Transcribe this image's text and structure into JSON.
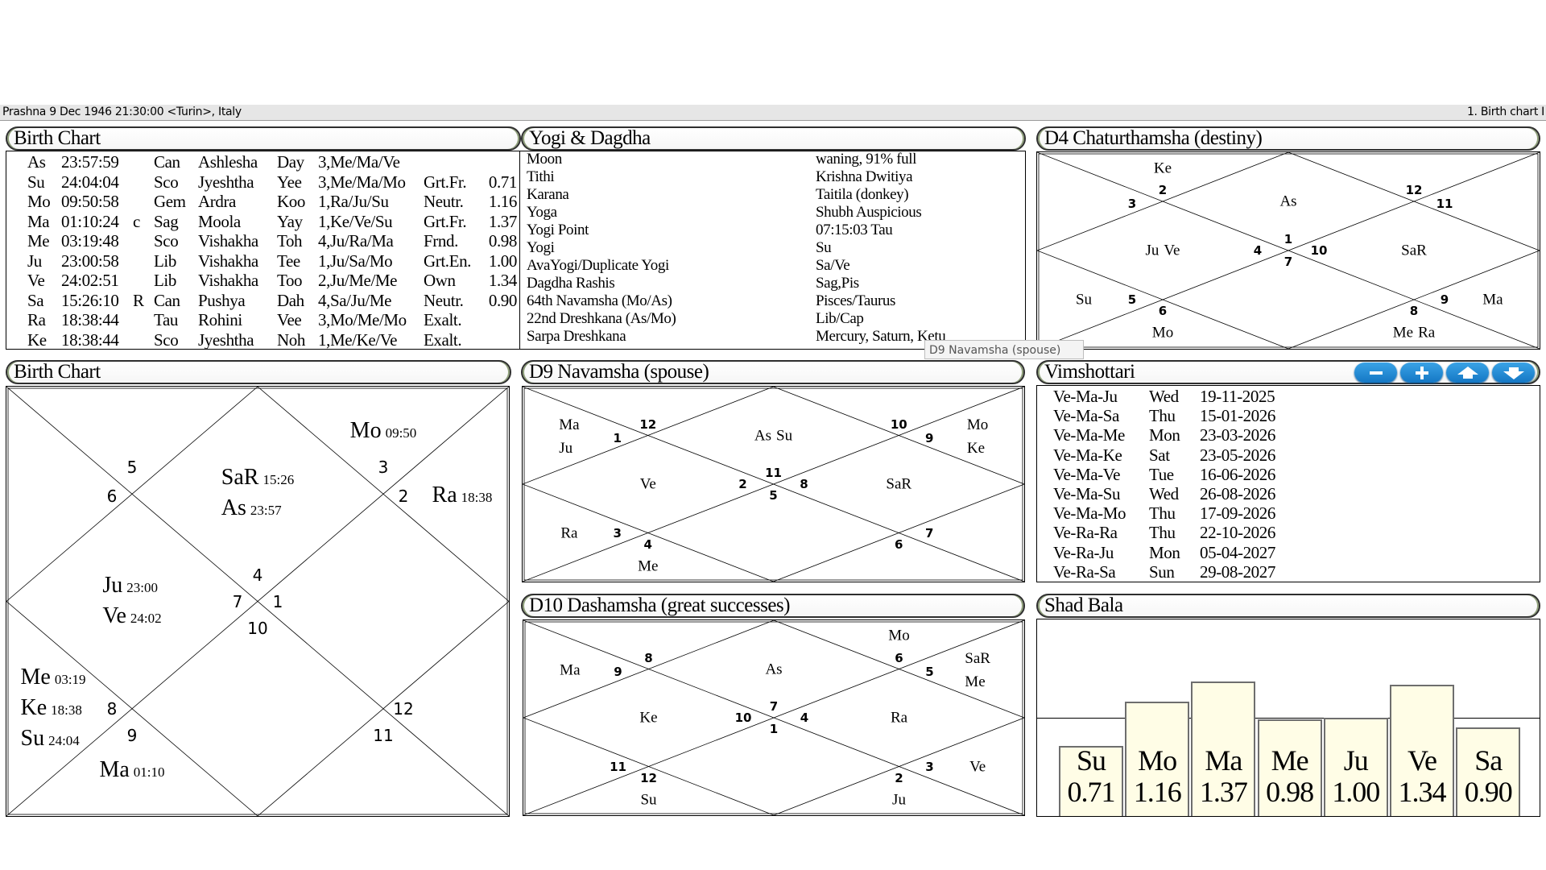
{
  "status_bar": {
    "left": "Prashna 9 Dec 1946 21:30:00  <Turin>, Italy",
    "right": "1. Birth chart I"
  },
  "birth_table": {
    "title": "Birth Chart",
    "rows": [
      {
        "planet": "As",
        "longitude": "23:57:59",
        "flag": "",
        "sign": "Can",
        "nakshatra": "Ashlesha",
        "syllable": "Day",
        "pada": "3,Me/Ma/Ve",
        "dignity": "",
        "strength": ""
      },
      {
        "planet": "Su",
        "longitude": "24:04:04",
        "flag": "",
        "sign": "Sco",
        "nakshatra": "Jyeshtha",
        "syllable": "Yee",
        "pada": "3,Me/Ma/Mo",
        "dignity": "Grt.Fr.",
        "strength": "0.71"
      },
      {
        "planet": "Mo",
        "longitude": "09:50:58",
        "flag": "",
        "sign": "Gem",
        "nakshatra": "Ardra",
        "syllable": "Koo",
        "pada": "1,Ra/Ju/Su",
        "dignity": "Neutr.",
        "strength": "1.16"
      },
      {
        "planet": "Ma",
        "longitude": "01:10:24",
        "flag": "c",
        "sign": "Sag",
        "nakshatra": "Moola",
        "syllable": "Yay",
        "pada": "1,Ke/Ve/Su",
        "dignity": "Grt.Fr.",
        "strength": "1.37"
      },
      {
        "planet": "Me",
        "longitude": "03:19:48",
        "flag": "",
        "sign": "Sco",
        "nakshatra": "Vishakha",
        "syllable": "Toh",
        "pada": "4,Ju/Ra/Ma",
        "dignity": "Frnd.",
        "strength": "0.98"
      },
      {
        "planet": "Ju",
        "longitude": "23:00:58",
        "flag": "",
        "sign": "Lib",
        "nakshatra": "Vishakha",
        "syllable": "Tee",
        "pada": "1,Ju/Sa/Mo",
        "dignity": "Grt.En.",
        "strength": "1.00"
      },
      {
        "planet": "Ve",
        "longitude": "24:02:51",
        "flag": "",
        "sign": "Lib",
        "nakshatra": "Vishakha",
        "syllable": "Too",
        "pada": "2,Ju/Me/Me",
        "dignity": "Own",
        "strength": "1.34"
      },
      {
        "planet": "Sa",
        "longitude": "15:26:10",
        "flag": "R",
        "sign": "Can",
        "nakshatra": "Pushya",
        "syllable": "Dah",
        "pada": "4,Sa/Ju/Me",
        "dignity": "Neutr.",
        "strength": "0.90"
      },
      {
        "planet": "Ra",
        "longitude": "18:38:44",
        "flag": "",
        "sign": "Tau",
        "nakshatra": "Rohini",
        "syllable": "Vee",
        "pada": "3,Mo/Me/Mo",
        "dignity": "Exalt.",
        "strength": ""
      },
      {
        "planet": "Ke",
        "longitude": "18:38:44",
        "flag": "",
        "sign": "Sco",
        "nakshatra": "Jyeshtha",
        "syllable": "Noh",
        "pada": "1,Me/Ke/Ve",
        "dignity": "Exalt.",
        "strength": ""
      }
    ]
  },
  "yogi": {
    "title": "Yogi & Dagdha",
    "rows": [
      {
        "label": "Moon",
        "value": "waning, 91% full"
      },
      {
        "label": "Tithi",
        "value": "Krishna Dwitiya"
      },
      {
        "label": "Karana",
        "value": "Taitila (donkey)"
      },
      {
        "label": "Yoga",
        "value": "Shubh Auspicious"
      },
      {
        "label": "Yogi Point",
        "value": "07:15:03 Tau"
      },
      {
        "label": "Yogi",
        "value": "Su"
      },
      {
        "label": "AvaYogi/Duplicate Yogi",
        "value": "Sa/Ve"
      },
      {
        "label": "Dagdha Rashis",
        "value": "Sag,Pis"
      },
      {
        "label": "64th Navamsha (Mo/As)",
        "value": "Pisces/Taurus"
      },
      {
        "label": "22nd Dreshkana (As/Mo)",
        "value": "Lib/Cap"
      },
      {
        "label": "Sarpa Dreshkana",
        "value": "Mercury, Saturn, Ketu"
      }
    ]
  },
  "tooltip": "D9 Navamsha  (spouse)",
  "d4": {
    "title": "D4 Chaturthamsha  (destiny)",
    "houses": [
      {
        "sign": "1",
        "planets": [
          {
            "name": "As"
          }
        ]
      },
      {
        "sign": "2",
        "planets": [
          {
            "name": "Ke"
          }
        ]
      },
      {
        "sign": "3",
        "planets": []
      },
      {
        "sign": "4",
        "planets": [
          {
            "name": "Ju"
          },
          {
            "name": "Ve"
          }
        ]
      },
      {
        "sign": "5",
        "planets": [
          {
            "name": "Su"
          }
        ]
      },
      {
        "sign": "6",
        "planets": [
          {
            "name": "Mo"
          }
        ]
      },
      {
        "sign": "7",
        "planets": []
      },
      {
        "sign": "8",
        "planets": [
          {
            "name": "Me"
          },
          {
            "name": "Ra"
          }
        ]
      },
      {
        "sign": "9",
        "planets": [
          {
            "name": "Ma"
          }
        ]
      },
      {
        "sign": "10",
        "planets": [
          {
            "name": "SaR"
          }
        ]
      },
      {
        "sign": "11",
        "planets": []
      },
      {
        "sign": "12",
        "planets": []
      }
    ]
  },
  "birth_chart": {
    "title": "Birth Chart",
    "houses": [
      {
        "sign": "4",
        "planets": [
          {
            "name": "SaR",
            "deg": "15:26"
          },
          {
            "name": "As",
            "deg": "23:57"
          }
        ]
      },
      {
        "sign": "5",
        "planets": []
      },
      {
        "sign": "6",
        "planets": []
      },
      {
        "sign": "7",
        "planets": [
          {
            "name": "Ju",
            "deg": "23:00"
          },
          {
            "name": "Ve",
            "deg": "24:02"
          }
        ]
      },
      {
        "sign": "8",
        "planets": [
          {
            "name": "Me",
            "deg": "03:19"
          },
          {
            "name": "Ke",
            "deg": "18:38"
          },
          {
            "name": "Su",
            "deg": "24:04"
          }
        ]
      },
      {
        "sign": "9",
        "planets": [
          {
            "name": "Ma",
            "deg": "01:10"
          }
        ]
      },
      {
        "sign": "10",
        "planets": []
      },
      {
        "sign": "11",
        "planets": []
      },
      {
        "sign": "12",
        "planets": []
      },
      {
        "sign": "1",
        "planets": []
      },
      {
        "sign": "2",
        "planets": [
          {
            "name": "Ra",
            "deg": "18:38"
          }
        ]
      },
      {
        "sign": "3",
        "planets": [
          {
            "name": "Mo",
            "deg": "09:50"
          }
        ]
      }
    ]
  },
  "d9": {
    "title": "D9 Navamsha  (spouse)",
    "houses": [
      {
        "sign": "11",
        "planets": [
          {
            "name": "As"
          },
          {
            "name": "Su"
          }
        ]
      },
      {
        "sign": "12",
        "planets": []
      },
      {
        "sign": "1",
        "planets": [
          {
            "name": "Ma"
          },
          {
            "name": "Ju"
          }
        ]
      },
      {
        "sign": "2",
        "planets": [
          {
            "name": "Ve"
          }
        ]
      },
      {
        "sign": "3",
        "planets": [
          {
            "name": "Ra"
          }
        ]
      },
      {
        "sign": "4",
        "planets": [
          {
            "name": "Me"
          }
        ]
      },
      {
        "sign": "5",
        "planets": []
      },
      {
        "sign": "6",
        "planets": []
      },
      {
        "sign": "7",
        "planets": []
      },
      {
        "sign": "8",
        "planets": [
          {
            "name": "SaR"
          }
        ]
      },
      {
        "sign": "9",
        "planets": [
          {
            "name": "Mo"
          },
          {
            "name": "Ke"
          }
        ]
      },
      {
        "sign": "10",
        "planets": []
      }
    ]
  },
  "d10": {
    "title": "D10 Dashamsha  (great successes)",
    "houses": [
      {
        "sign": "7",
        "planets": [
          {
            "name": "As"
          }
        ]
      },
      {
        "sign": "8",
        "planets": []
      },
      {
        "sign": "9",
        "planets": [
          {
            "name": "Ma"
          }
        ]
      },
      {
        "sign": "10",
        "planets": [
          {
            "name": "Ke"
          }
        ]
      },
      {
        "sign": "11",
        "planets": []
      },
      {
        "sign": "12",
        "planets": [
          {
            "name": "Su"
          }
        ]
      },
      {
        "sign": "1",
        "planets": []
      },
      {
        "sign": "2",
        "planets": [
          {
            "name": "Ju"
          }
        ]
      },
      {
        "sign": "3",
        "planets": [
          {
            "name": "Ve"
          }
        ]
      },
      {
        "sign": "4",
        "planets": [
          {
            "name": "Ra"
          }
        ]
      },
      {
        "sign": "5",
        "planets": [
          {
            "name": "SaR"
          },
          {
            "name": "Me"
          }
        ]
      },
      {
        "sign": "6",
        "planets": [
          {
            "name": "Mo"
          }
        ]
      }
    ]
  },
  "vimshottari": {
    "title": "Vimshottari",
    "buttons": [
      "minus-icon",
      "plus-icon",
      "arrow-up-icon",
      "arrow-down-icon"
    ],
    "rows": [
      {
        "period": "Ve-Ma-Ju",
        "day": "Wed",
        "date": "19-11-2025"
      },
      {
        "period": "Ve-Ma-Sa",
        "day": "Thu",
        "date": "15-01-2026"
      },
      {
        "period": "Ve-Ma-Me",
        "day": "Mon",
        "date": "23-03-2026"
      },
      {
        "period": "Ve-Ma-Ke",
        "day": "Sat",
        "date": "23-05-2026"
      },
      {
        "period": "Ve-Ma-Ve",
        "day": "Tue",
        "date": "16-06-2026"
      },
      {
        "period": "Ve-Ma-Su",
        "day": "Wed",
        "date": "26-08-2026"
      },
      {
        "period": "Ve-Ma-Mo",
        "day": "Thu",
        "date": "17-09-2026"
      },
      {
        "period": "Ve-Ra-Ra",
        "day": "Thu",
        "date": "22-10-2026"
      },
      {
        "period": "Ve-Ra-Ju",
        "day": "Mon",
        "date": "05-04-2027"
      },
      {
        "period": "Ve-Ra-Sa",
        "day": "Sun",
        "date": "29-08-2027"
      }
    ]
  },
  "chart_data": {
    "type": "bar",
    "title": "Shad Bala",
    "categories": [
      "Su",
      "Mo",
      "Ma",
      "Me",
      "Ju",
      "Ve",
      "Sa"
    ],
    "values": [
      0.71,
      1.16,
      1.37,
      0.98,
      1.0,
      1.34,
      0.9
    ],
    "value_labels": [
      "0.71",
      "1.16",
      "1.37",
      "0.98",
      "1.00",
      "1.34",
      "0.90"
    ],
    "reference_line": 1.0,
    "xlabel": "",
    "ylabel": "",
    "ylim": [
      0,
      2
    ],
    "bar_color": "#fffde6",
    "grid": false
  }
}
